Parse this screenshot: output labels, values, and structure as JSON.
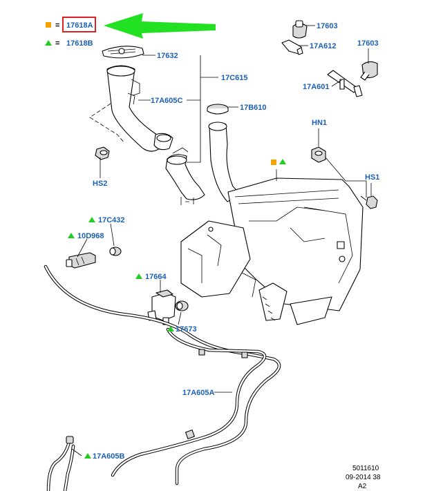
{
  "legend": {
    "square_color": "#f5a300",
    "triangle_color": "#22cc22",
    "equals": "=",
    "square_code": "17618A",
    "triangle_code": "17618B",
    "highlight_color": "#e02020",
    "arrow_color": "#22e022"
  },
  "label_color": "#1a5fb4",
  "labels": {
    "p17603_top": "17603",
    "p17a612": "17A612",
    "p17603_right": "17603",
    "p17a601": "17A601",
    "p17632": "17632",
    "p17c615": "17C615",
    "p17a605c": "17A605C",
    "p17b610": "17B610",
    "hn1": "HN1",
    "hs2": "HS2",
    "hs1": "HS1",
    "p17c432": "17C432",
    "p10d968": "10D968",
    "p17664": "17664",
    "p17673": "17673",
    "p17a605a": "17A605A",
    "p17a605b": "17A605B"
  },
  "footer": {
    "line1": "5011610",
    "line2": "09-2014 38",
    "line3": "A2"
  }
}
